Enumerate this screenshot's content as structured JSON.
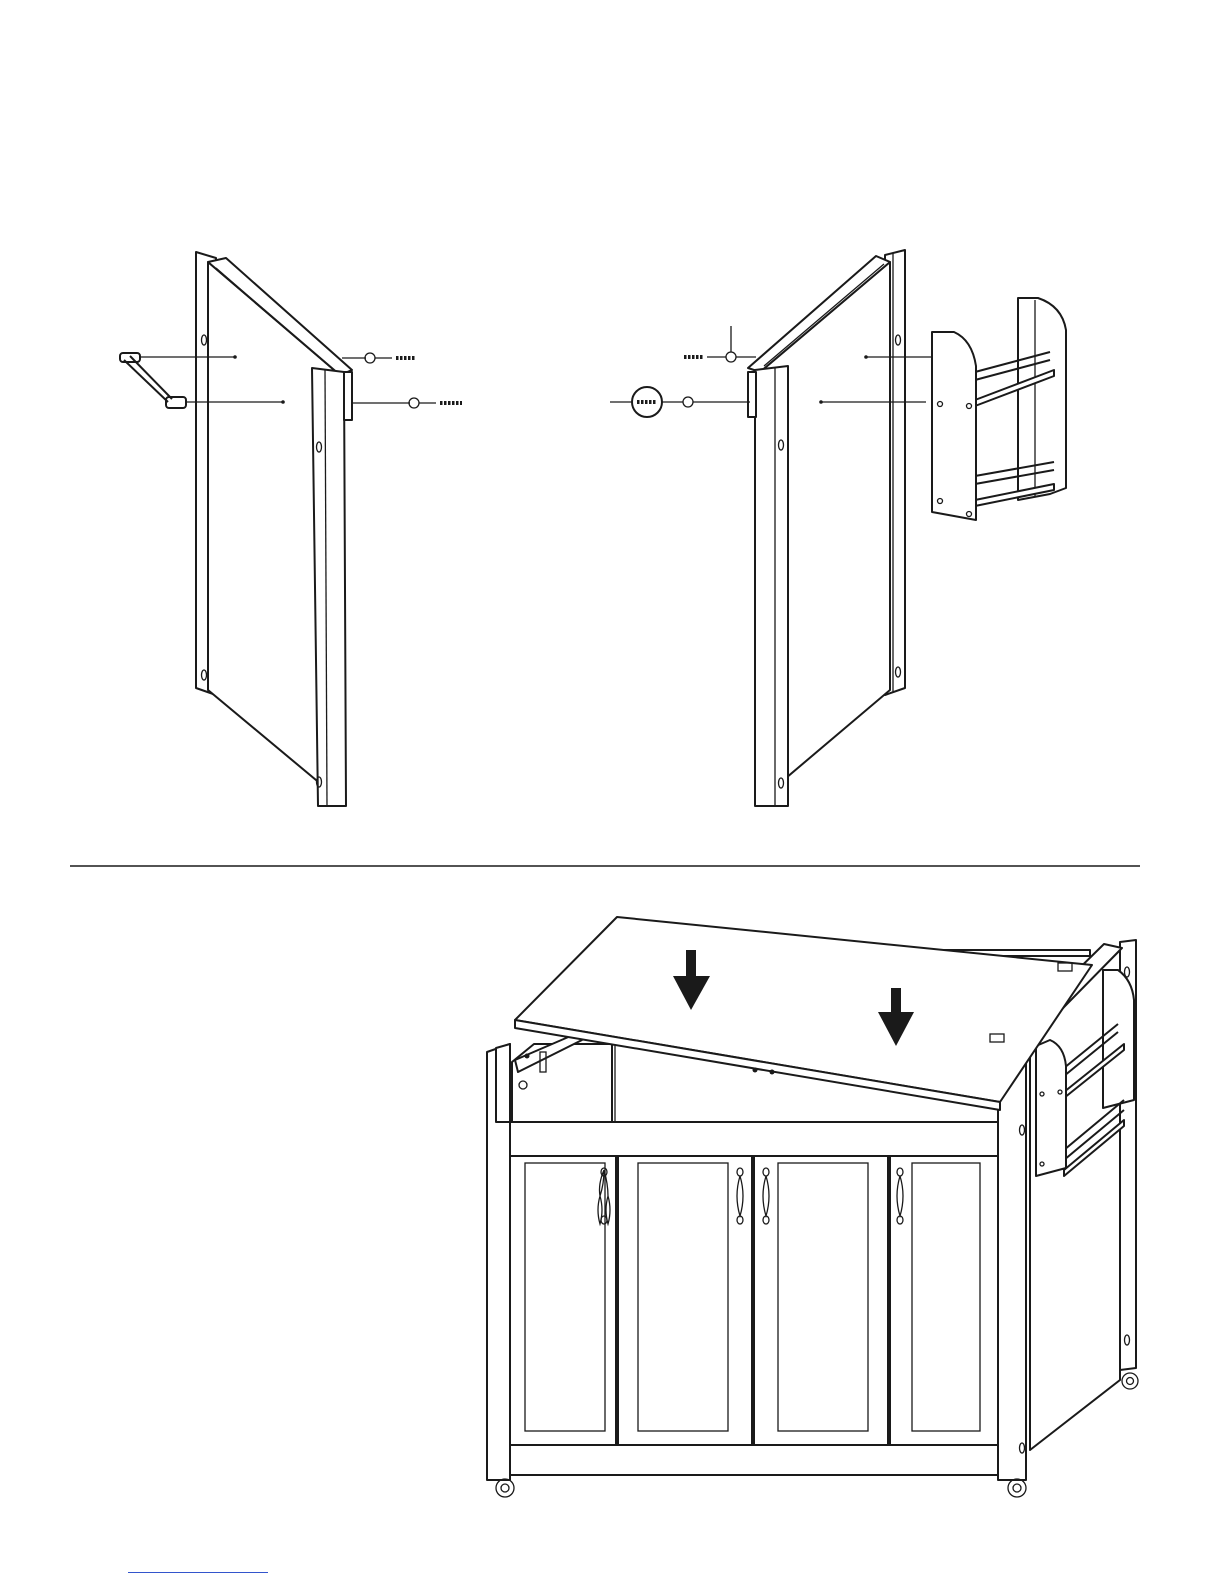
{
  "document": {
    "type": "assembly-instructions",
    "steps": [
      {
        "illustration": "side-panel-hardware-attachment"
      },
      {
        "illustration": "top-panel-placement"
      }
    ]
  },
  "icons": [
    "arrow-down-icon",
    "arrow-down-icon"
  ],
  "colors": {
    "ink": "#1a1a1a",
    "paper": "#ffffff",
    "footer_link": "#3355cc"
  }
}
